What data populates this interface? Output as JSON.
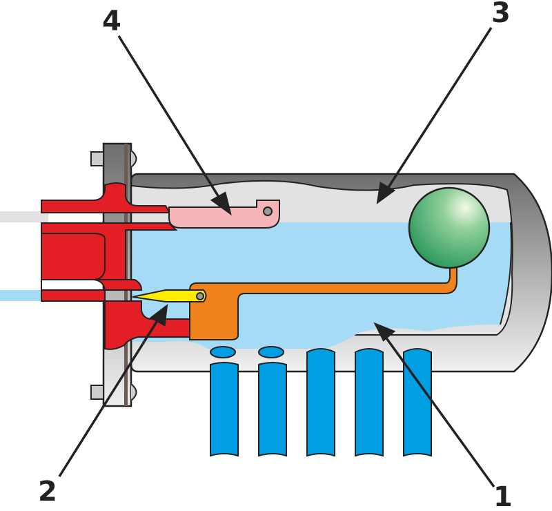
{
  "labels": [
    {
      "id": "1",
      "text": "1"
    },
    {
      "id": "2",
      "text": "2"
    },
    {
      "id": "3",
      "text": "3"
    },
    {
      "id": "4",
      "text": "4"
    }
  ],
  "colors": {
    "shell": "#8a8a8a",
    "shell_light": "#d6d6d6",
    "gas": "#e2e2e2",
    "liquid": "#a6dbf5",
    "inlet_body": "#e31e24",
    "valve_lever": "#f0821e",
    "needle": "#ffed00",
    "upper_lever": "#f4b4b8",
    "float": "#3aa66a",
    "outlet_pipes": "#009fe3",
    "outline": "#222222"
  }
}
